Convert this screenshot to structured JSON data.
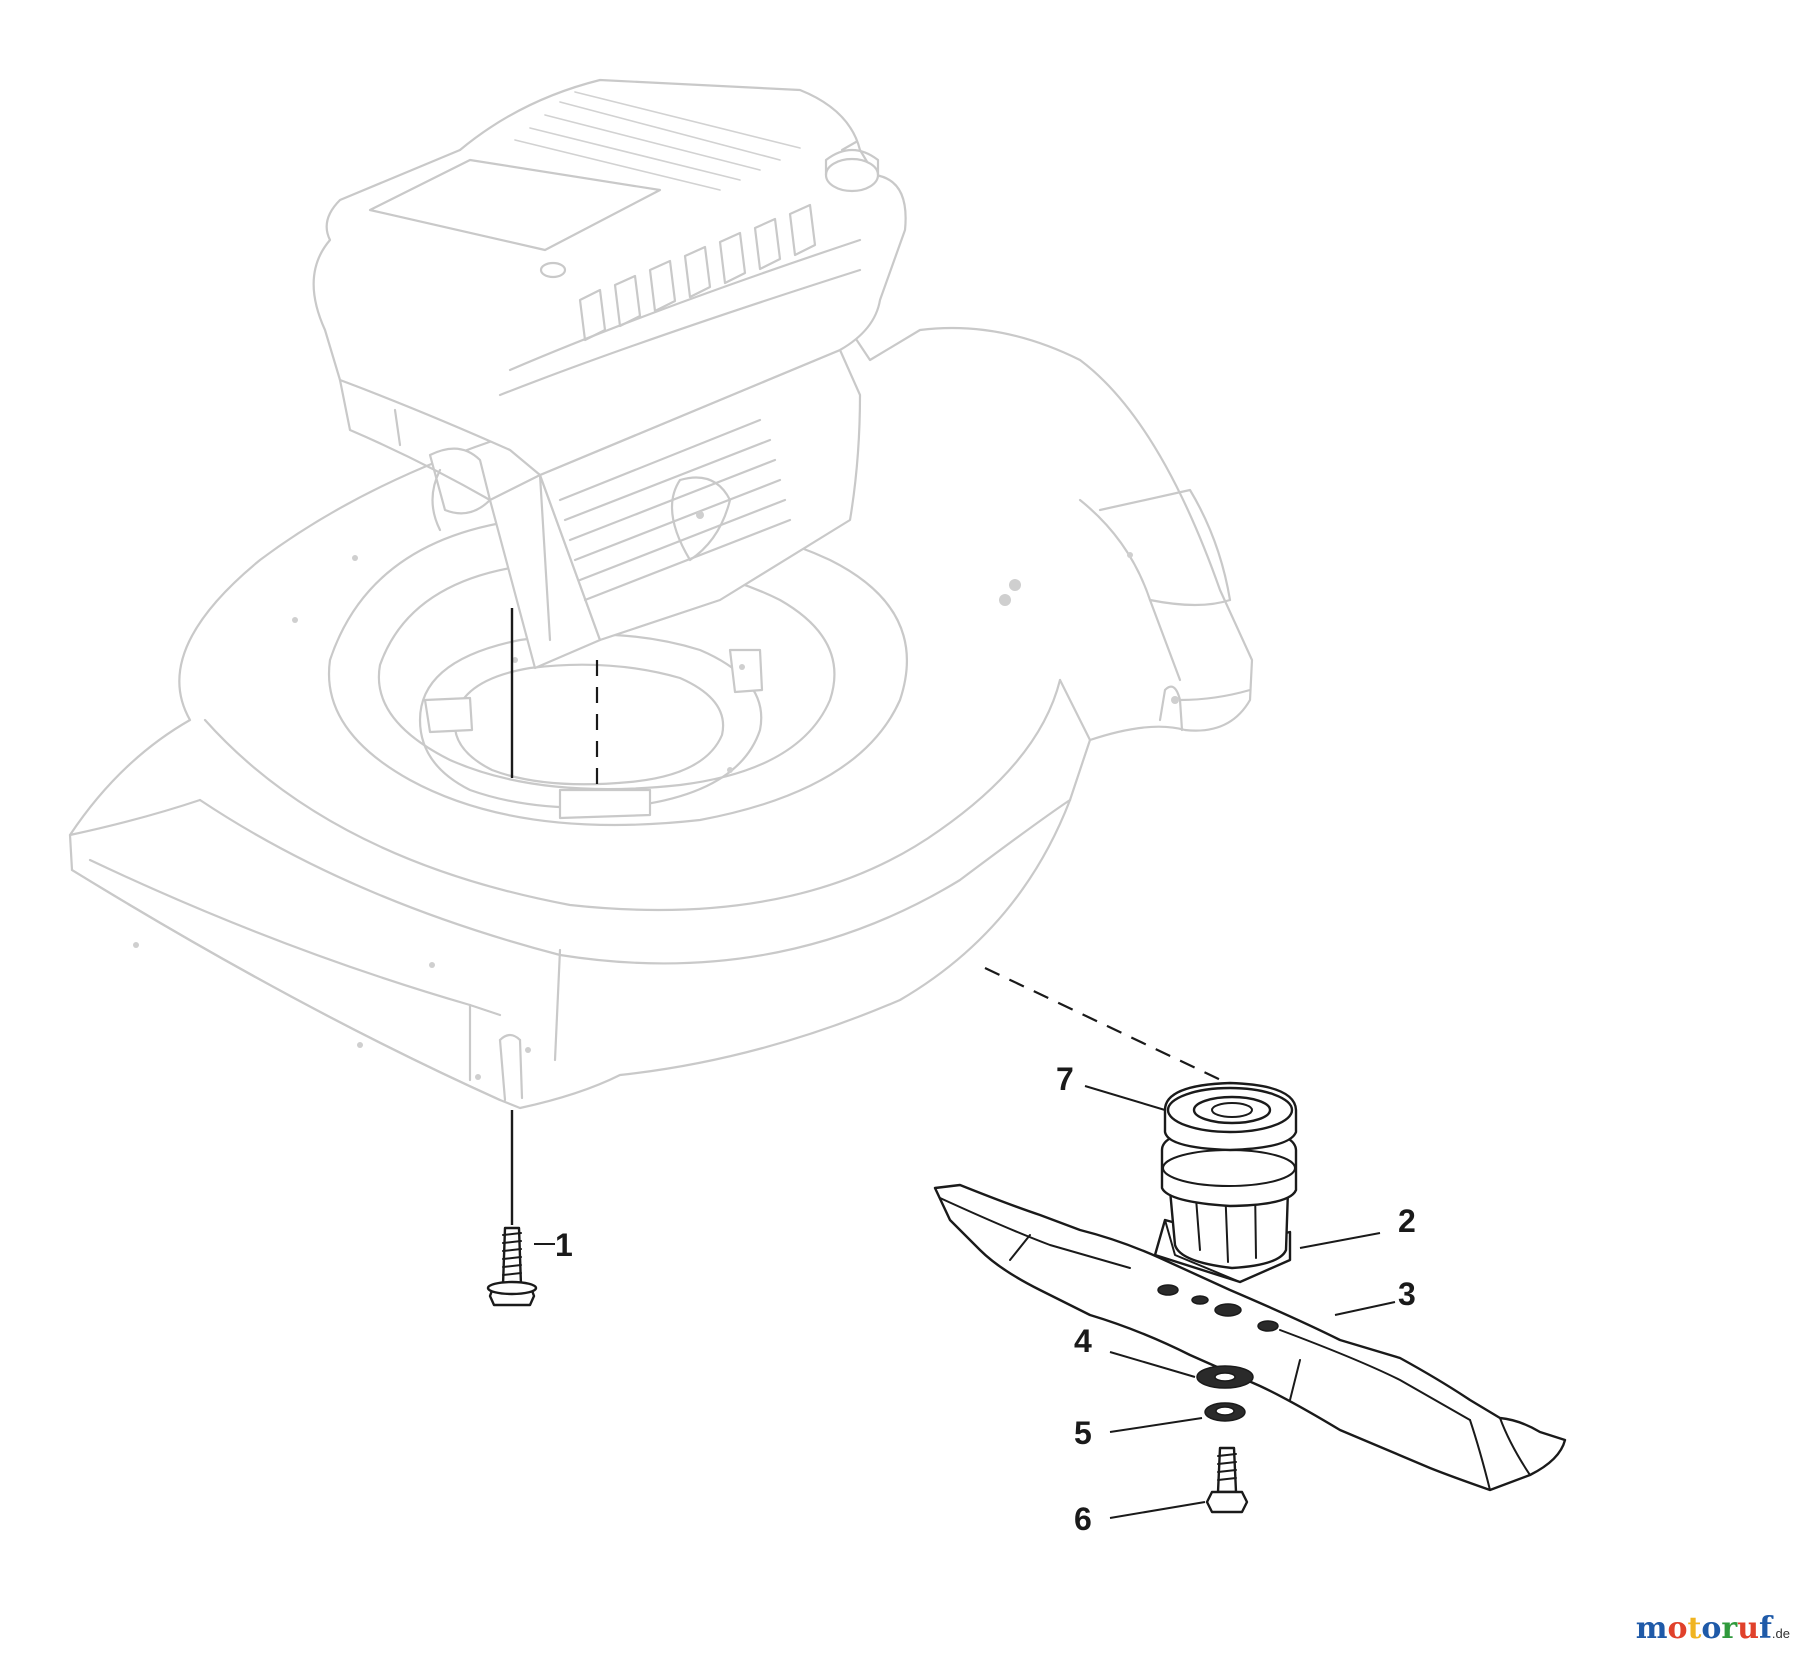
{
  "callouts": [
    {
      "number": "1",
      "part": "deck-mounting-bolt"
    },
    {
      "number": "2",
      "part": "blade-adapter-hub"
    },
    {
      "number": "3",
      "part": "cutting-blade"
    },
    {
      "number": "4",
      "part": "washer-large"
    },
    {
      "number": "5",
      "part": "washer-small"
    },
    {
      "number": "6",
      "part": "blade-bolt"
    },
    {
      "number": "7",
      "part": "shaft-key"
    }
  ],
  "watermark": {
    "letters": [
      {
        "char": "m",
        "color": "#1f5aa8"
      },
      {
        "char": "o",
        "color": "#e0412b"
      },
      {
        "char": "t",
        "color": "#f0b420"
      },
      {
        "char": "o",
        "color": "#1f5aa8"
      },
      {
        "char": "r",
        "color": "#2f9a3c"
      },
      {
        "char": "u",
        "color": "#e0412b"
      },
      {
        "char": "f",
        "color": "#1f5aa8"
      }
    ],
    "suffix": ".de"
  },
  "colors": {
    "ghost_line": "#c9c9c9",
    "part_line": "#1a1a1a"
  }
}
